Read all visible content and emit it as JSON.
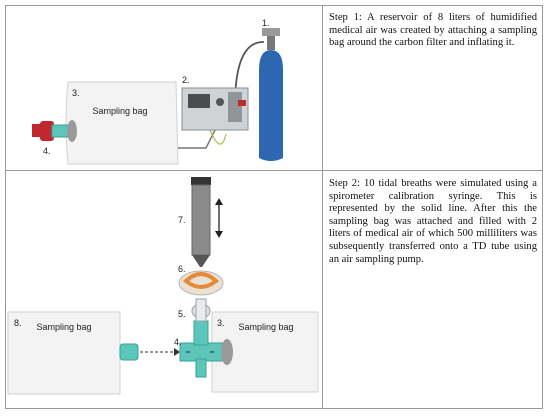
{
  "steps": [
    {
      "text": "Step 1: A reservoir of 8 liters of humidified medical air was created by attaching a sampling bag around the carbon filter and inflating it.",
      "labels": {
        "cylinder": "1.",
        "device": "2.",
        "bag": "3.",
        "filter": "4."
      },
      "bag_text": "Sampling bag"
    },
    {
      "text": "Step 2: 10 tidal breaths were simulated using a spirometer calibration syringe. This is represented by the solid line. After this the sampling bag was attached and filled with 2 liters of medical air of which 500 milliliters was subsequently transferred onto a TD tube using an air sampling pump.",
      "labels": {
        "filter": "4.",
        "connector": "5.",
        "mouthpiece": "6.",
        "syringe": "7.",
        "bag_left": "8.",
        "bag_right": "3."
      },
      "bag_text": "Sampling bag"
    }
  ],
  "colors": {
    "cylinder": "#2e67b1",
    "filter_teal": "#5bc6b9",
    "filter_red": "#c0282e",
    "mouth_orange": "#e58a3a",
    "syringe_grey": "#8a8a8a"
  }
}
